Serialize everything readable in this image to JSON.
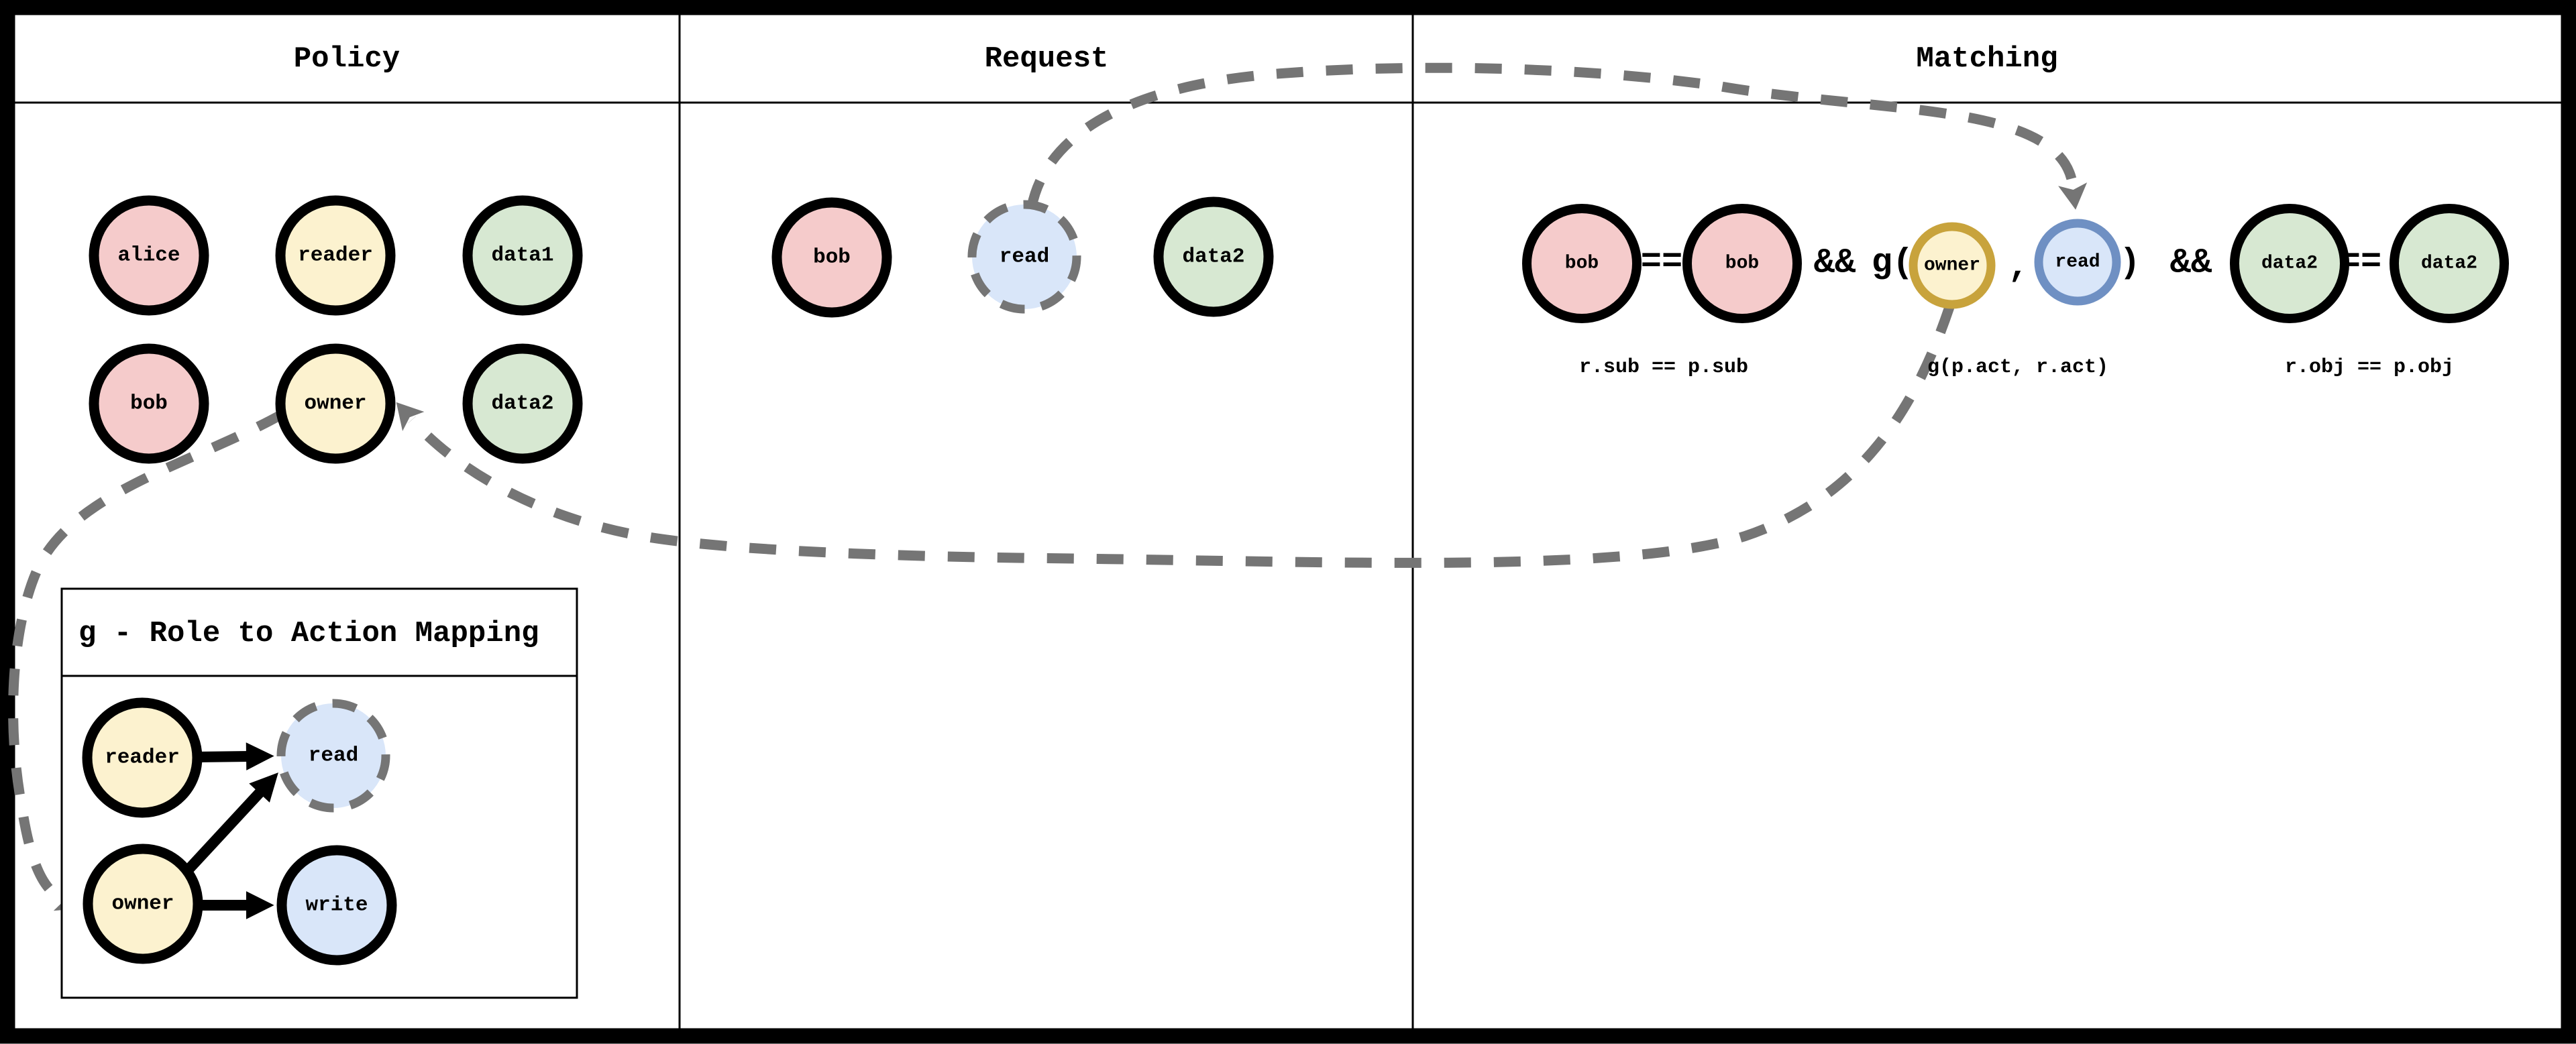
{
  "colors": {
    "pink_fill": "#f5cbcb",
    "yellow_fill": "#fcf2cf",
    "green_fill": "#d7e8d2",
    "blue_fill": "#d9e6f9",
    "black_stroke": "#000000",
    "gold_stroke": "#c8a33c",
    "blue_stroke": "#6f90c3",
    "gray_dash": "#757575"
  },
  "policy": {
    "title": "Policy",
    "nodes": [
      {
        "label": "alice"
      },
      {
        "label": "reader"
      },
      {
        "label": "data1"
      },
      {
        "label": "bob"
      },
      {
        "label": "owner"
      },
      {
        "label": "data2"
      }
    ]
  },
  "request": {
    "title": "Request",
    "nodes": [
      {
        "label": "bob"
      },
      {
        "label": "read"
      },
      {
        "label": "data2"
      }
    ]
  },
  "matching": {
    "title": "Matching",
    "expr": {
      "r_sub": "bob",
      "eq1": "==",
      "p_sub": "bob",
      "and1": "&&",
      "g_open": "g(",
      "p_act": "owner",
      "comma": ",",
      "r_act": "read",
      "g_close": ")",
      "and2": "&&",
      "r_obj": "data2",
      "eq2": "==",
      "p_obj": "data2"
    },
    "captions": {
      "sub": "r.sub == p.sub",
      "act": "g(p.act, r.act)",
      "obj": "r.obj == p.obj"
    }
  },
  "gbox": {
    "title": "g - Role to Action Mapping",
    "nodes": [
      {
        "label": "reader"
      },
      {
        "label": "read"
      },
      {
        "label": "owner"
      },
      {
        "label": "write"
      }
    ]
  }
}
